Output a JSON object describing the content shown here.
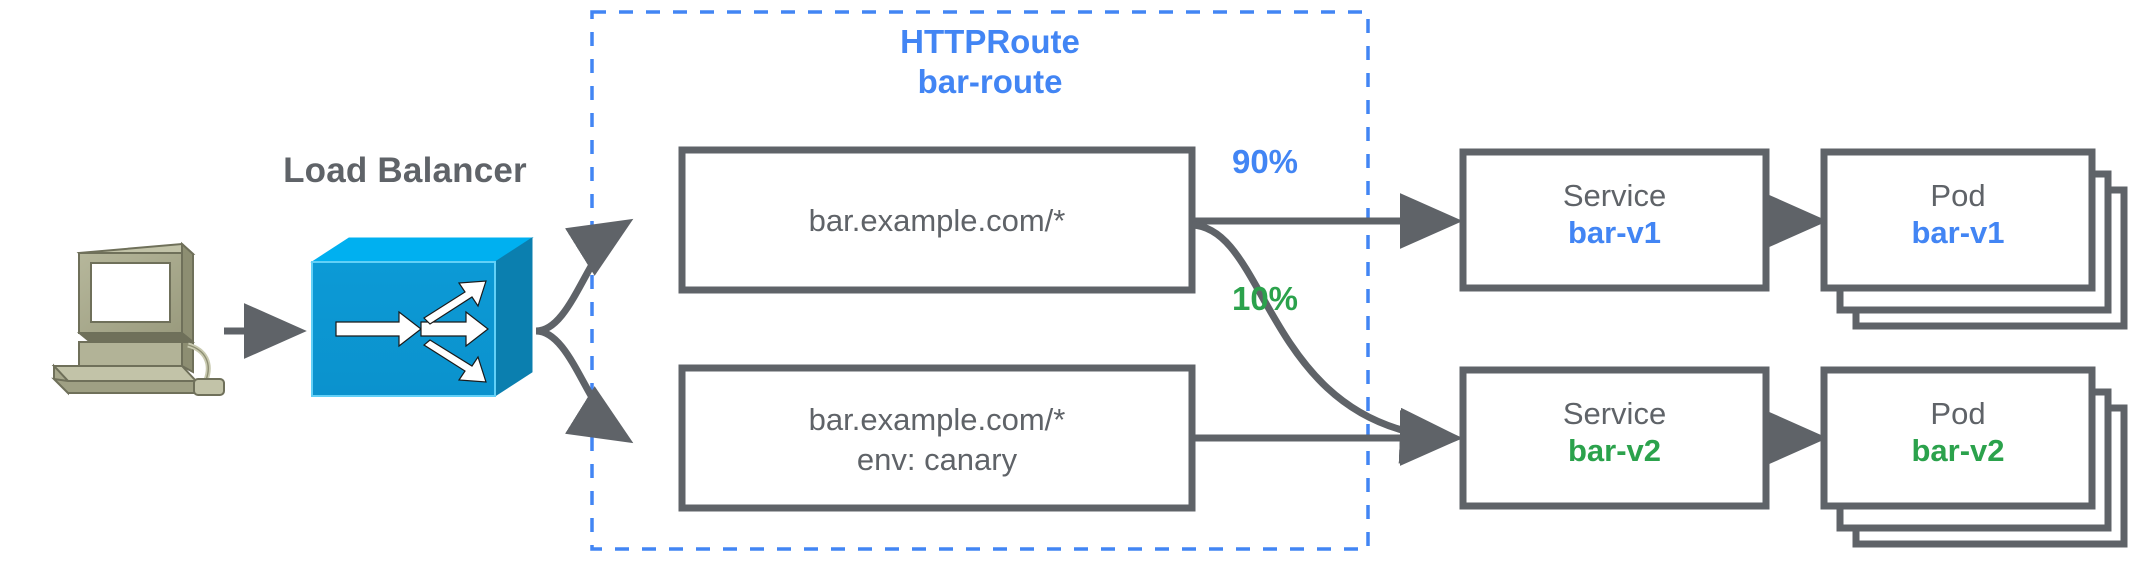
{
  "diagram": {
    "title_region": {
      "kind": "HTTPRoute",
      "name": "bar-route",
      "border_color": "#4285f4",
      "border_style": "dashed"
    },
    "client": {
      "icon": "desktop-computer-icon",
      "body_color": "#a8a98c",
      "screen_color": "#ffffff"
    },
    "load_balancer": {
      "label": "Load Balancer",
      "icon": "load-balancer-switch-icon",
      "color": "#0b9bd8",
      "top_color": "#00b0f0"
    },
    "routes": [
      {
        "id": "route-primary",
        "lines": [
          "bar.example.com/*"
        ]
      },
      {
        "id": "route-canary",
        "lines": [
          "bar.example.com/*",
          "env: canary"
        ]
      }
    ],
    "weights": [
      {
        "label": "90%",
        "color": "#4285f4",
        "target": "bar-v1"
      },
      {
        "label": "10%",
        "color": "#2ba24c",
        "target": "bar-v2"
      }
    ],
    "services": [
      {
        "kind": "Service",
        "name": "bar-v1",
        "color": "#4285f4"
      },
      {
        "kind": "Service",
        "name": "bar-v2",
        "color": "#2ba24c"
      }
    ],
    "pods": [
      {
        "kind": "Pod",
        "name": "bar-v1",
        "color": "#4285f4",
        "stack_count": 3
      },
      {
        "kind": "Pod",
        "name": "bar-v2",
        "color": "#2ba24c",
        "stack_count": 3
      }
    ],
    "colors": {
      "stroke": "#5f6368",
      "blue": "#4285f4",
      "green": "#2ba24c",
      "gray_text": "#5f6368",
      "background": "#ffffff"
    }
  }
}
